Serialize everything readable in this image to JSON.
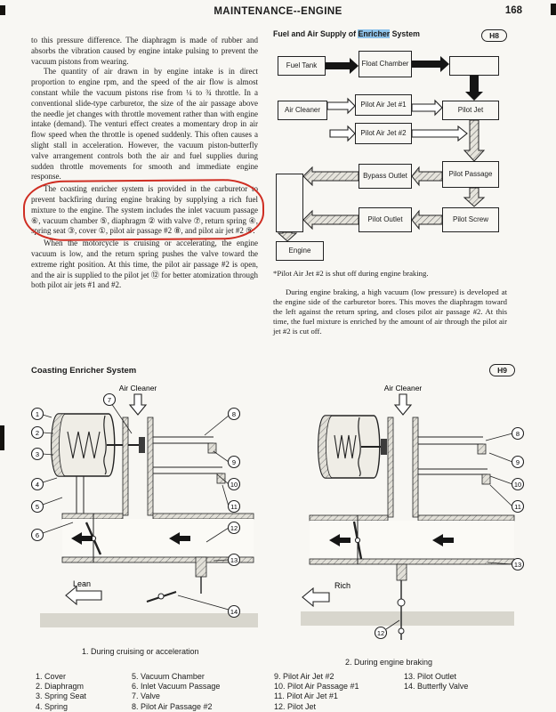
{
  "header": {
    "title": "MAINTENANCE--ENGINE",
    "page_number": "168"
  },
  "left_column": {
    "p1": "to this pressure difference.  The diaphragm is made of rubber and absorbs the vibration caused by engine intake pulsing to prevent the vacuum pistons from wearing.",
    "p2": "The quantity of air drawn in by engine intake is in direct proportion to engine rpm, and the speed of the air flow is almost constant while the vacuum pistons rise from ¼ to ¾ throttle.  In a conventional slide-type carburetor, the size of the air passage above the needle jet changes with throttle movement rather than with engine intake (demand).  The venturi effect creates a momentary drop in air flow speed when the throttle is opened suddenly.  This often causes a slight stall in acceleration.  However, the vacuum piston-butterfly valve arrangement controls both the air and fuel supplies during sudden throttle movements for smooth and immediate engine response.",
    "p3": "The coasting enricher system is provided in the carburetor to prevent backfiring during engine braking by supplying a rich fuel mixture to the engine.  The system includes the inlet vacuum passage ⑥, vacuum chamber ⑤, diaphragm ② with valve ⑦, return spring ④, spring seat ③, cover ①, pilot air passage #2 ⑧, and pilot air jet #2 ⑨.",
    "p4": "When the motorcycle is cruising or accelerating, the engine vacuum is low, and the return spring pushes the valve toward the extreme right position.  At this time, the pilot air passage #2 is open, and the air is supplied to the pilot jet ⑫ for better atomization through both pilot air jets #1 and #2."
  },
  "right_column": {
    "flow_title_prefix": "Fuel and Air Supply of ",
    "flow_title_highlight": "Enricher",
    "flow_title_suffix": " System",
    "figure_label_h8": "H8",
    "flow_boxes": {
      "fuel_tank": "Fuel Tank",
      "float_chamber": "Float Chamber",
      "air_cleaner": "Air Cleaner",
      "pilot_air_jet_1": "Pilot Air Jet #1",
      "pilot_air_jet_2": "Pilot Air Jet #2",
      "pilot_jet": "Pilot Jet",
      "bypass_outlet": "Bypass Outlet",
      "pilot_passage": "Pilot Passage",
      "pilot_outlet": "Pilot Outlet",
      "pilot_screw": "Pilot Screw",
      "engine": "Engine"
    },
    "footnote": "*Pilot Air Jet #2 is shut off during engine braking.",
    "paragraph": "During engine braking, a high vacuum (low pressure) is developed at the engine side of the carburetor bores.  This moves the diaphragm toward the left against the return spring, and closes pilot air passage #2.  At this time, the fuel mixture is enriched by the amount of air through the pilot air jet #2 is cut off."
  },
  "coasting_section": {
    "title": "Coasting Enricher System",
    "figure_label_h9": "H9",
    "fig1": {
      "air_cleaner_label": "Air Cleaner",
      "flow_label": "Lean",
      "caption": "1. During cruising or acceleration",
      "callouts": [
        "1",
        "2",
        "3",
        "4",
        "5",
        "6",
        "7",
        "8",
        "9",
        "10",
        "11",
        "12",
        "13",
        "14"
      ]
    },
    "fig2": {
      "air_cleaner_label": "Air Cleaner",
      "flow_label": "Rich",
      "caption": "2. During engine braking",
      "callouts": [
        "8",
        "9",
        "10",
        "11",
        "13",
        "12"
      ]
    }
  },
  "legend": {
    "columns": [
      [
        "1. Cover",
        "2. Diaphragm",
        "3. Spring Seat",
        "4. Spring"
      ],
      [
        "5. Vacuum Chamber",
        "6. Inlet Vacuum Passage",
        "7. Valve",
        "8. Pilot Air Passage #2"
      ],
      [
        "9. Pilot Air Jet #2",
        "10. Pilot Air Passage #1",
        "11. Pilot Air Jet #1",
        "12. Pilot Jet"
      ],
      [
        "13. Pilot Outlet",
        "14. Butterfly Valve"
      ]
    ]
  }
}
